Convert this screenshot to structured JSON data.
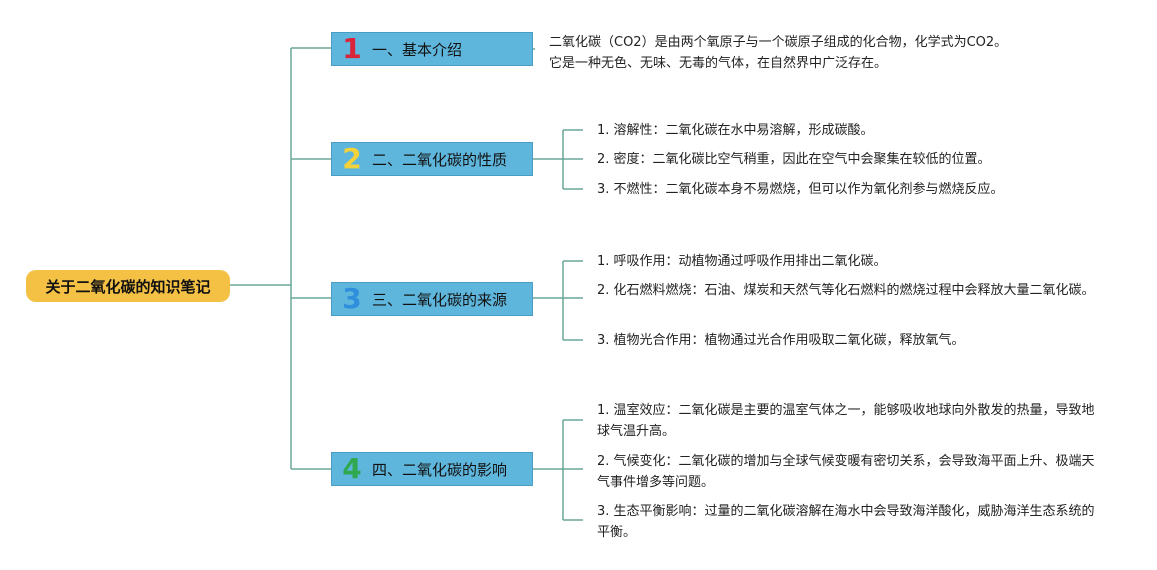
{
  "root": {
    "label": "关于二氧化碳的知识笔记"
  },
  "branches": [
    {
      "num": "1",
      "num_color": "#d9243a",
      "label": "一、基本介绍",
      "intro": [
        "二氧化碳（CO2）是由两个氧原子与一个碳原子组成的化合物，化学式为CO2。",
        "它是一种无色、无味、无毒的气体，在自然界中广泛存在。"
      ]
    },
    {
      "num": "2",
      "num_color": "#f5d23a",
      "label": "二、二氧化碳的性质",
      "items": [
        "1. 溶解性：二氧化碳在水中易溶解，形成碳酸。",
        "2. 密度：二氧化碳比空气稍重，因此在空气中会聚集在较低的位置。",
        "3. 不燃性：二氧化碳本身不易燃烧，但可以作为氧化剂参与燃烧反应。"
      ]
    },
    {
      "num": "3",
      "num_color": "#2f8fdc",
      "label": "三、二氧化碳的来源",
      "items": [
        "1. 呼吸作用：动植物通过呼吸作用排出二氧化碳。",
        "2. 化石燃料燃烧：石油、煤炭和天然气等化石燃料的燃烧过程中会释放大量二氧化碳。",
        "3. 植物光合作用：植物通过光合作用吸取二氧化碳，释放氧气。"
      ]
    },
    {
      "num": "4",
      "num_color": "#2fa84f",
      "label": "四、二氧化碳的影响",
      "items": [
        "1. 温室效应：二氧化碳是主要的温室气体之一，能够吸收地球向外散发的热量，导致地球气温升高。",
        "2. 气候变化：二氧化碳的增加与全球气候变暖有密切关系，会导致海平面上升、极端天气事件增多等问题。",
        "3. 生态平衡影响：过量的二氧化碳溶解在海水中会导致海洋酸化，威胁海洋生态系统的平衡。"
      ]
    }
  ],
  "colors": {
    "connector": "#6aa59a",
    "root_bg": "#f4c144",
    "branch_bg": "#5fb6dc"
  }
}
